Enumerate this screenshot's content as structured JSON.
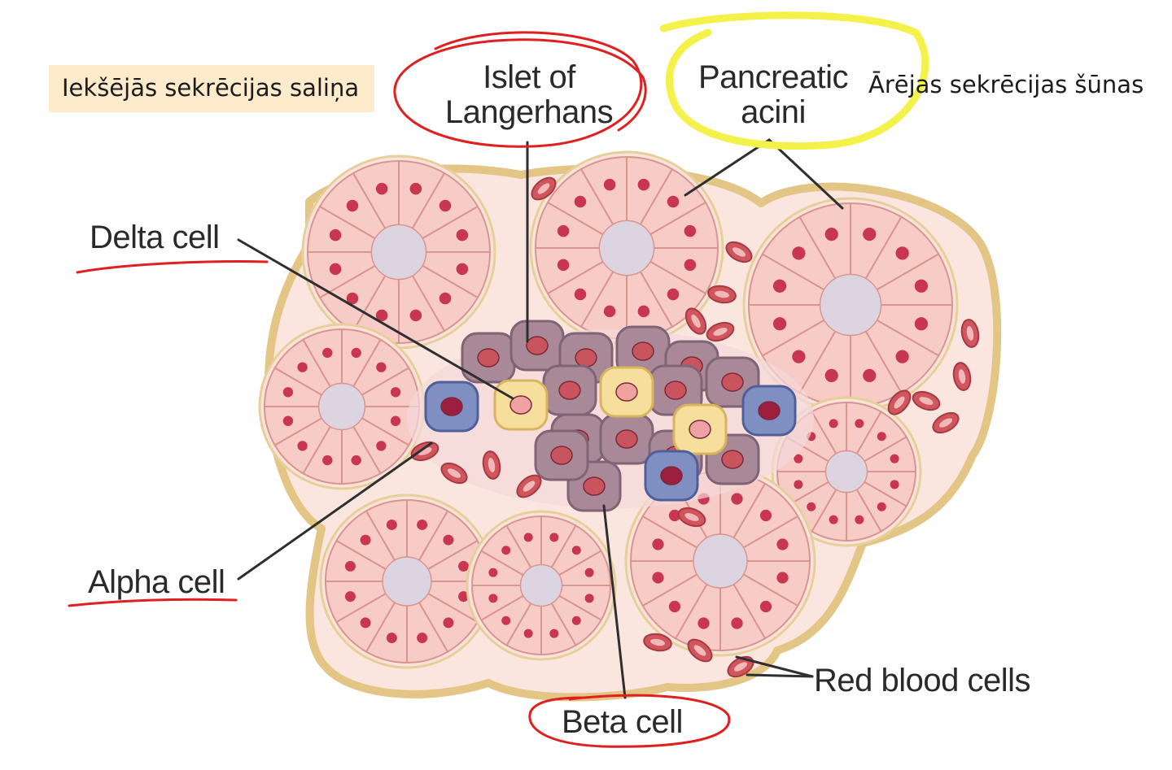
{
  "annotations": {
    "islet_translation": "Iekšējās sekrēcijas saliņa",
    "acini_translation": "Ārējas sekrēcijas šūnas"
  },
  "labels": {
    "islet_line1": "Islet of",
    "islet_line2": "Langerhans",
    "acini_line1": "Pancreatic",
    "acini_line2": "acini",
    "delta": "Delta cell",
    "alpha": "Alpha cell",
    "beta": "Beta cell",
    "rbc": "Red blood cells"
  },
  "colors": {
    "acinar_cell": "#f7cbc6",
    "acinar_outline": "#d9968f",
    "nucleus": "#c9364f",
    "lumen": "#ddd4e2",
    "connective": "#e8c989",
    "islet_cell": "#a98897",
    "alpha_cell": "#7f8fc2",
    "delta_cell": "#f6df9c",
    "rbc": "#d0555d",
    "red_marker": "#e01f1f",
    "yellow_marker": "#f4f24a",
    "annotation_highlight": "#fdebcc"
  }
}
